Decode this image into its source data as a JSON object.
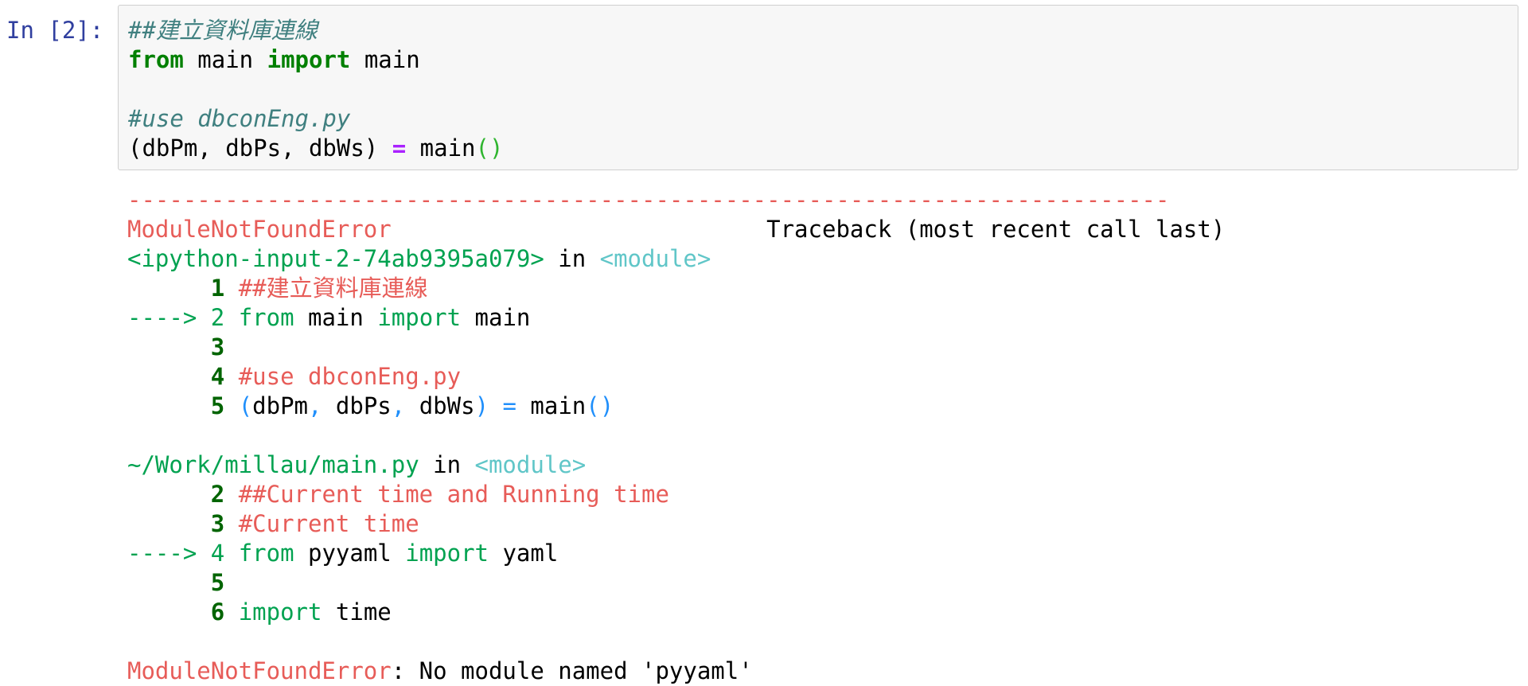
{
  "cell": {
    "prompt": "In [2]:",
    "code": {
      "line1_comment": "##建立資料庫連線",
      "line2_from": "from",
      "line2_module": " main ",
      "line2_import": "import",
      "line2_name": " main",
      "line4_comment": "#use dbconEng.py",
      "line5_lhs": "(dbPm, dbPs, dbWs) ",
      "line5_eq": "=",
      "line5_call": " main",
      "line5_parens": "()"
    }
  },
  "traceback": {
    "separator": "---------------------------------------------------------------------------",
    "error_type": "ModuleNotFoundError",
    "header_gap": "                           ",
    "header_right": "Traceback (most recent call last)",
    "frame1": {
      "location": "<ipython-input-2-74ab9395a079>",
      "in_word": " in ",
      "module": "<module>",
      "rows": [
        {
          "prefix": "      ",
          "num": "1",
          "content_comment": " ##建立資料庫連線"
        },
        {
          "prefix": "----> ",
          "num": "2",
          "kw1": " from",
          "mid": " main ",
          "kw2": "import",
          "tail": " main"
        },
        {
          "prefix": "      ",
          "num": "3"
        },
        {
          "prefix": "      ",
          "num": "4",
          "content_comment": " #use dbconEng.py"
        },
        {
          "prefix": "      ",
          "num": "5",
          "p_open": " (",
          "a": "dbPm",
          "c1": ",",
          "b": " dbPs",
          "c2": ",",
          "d": " dbWs",
          "p_close": ")",
          "eq_sp": " ",
          "eq": "=",
          "call": " main",
          "parens": "()"
        }
      ]
    },
    "frame2": {
      "location": "~/Work/millau/main.py",
      "in_word": " in ",
      "module": "<module>",
      "rows": [
        {
          "prefix": "      ",
          "num": "2",
          "content_comment": " ##Current time and Running time"
        },
        {
          "prefix": "      ",
          "num": "3",
          "content_comment": " #Current time"
        },
        {
          "prefix": "----> ",
          "num": "4",
          "kw1": " from",
          "mid": " pyyaml ",
          "kw2": "import",
          "tail": " yaml"
        },
        {
          "prefix": "      ",
          "num": "5"
        },
        {
          "prefix": "      ",
          "num": "6",
          "kw1": " import",
          "tail": " time"
        }
      ]
    },
    "final_type": "ModuleNotFoundError",
    "final_message": ": No module named 'pyyaml'"
  }
}
